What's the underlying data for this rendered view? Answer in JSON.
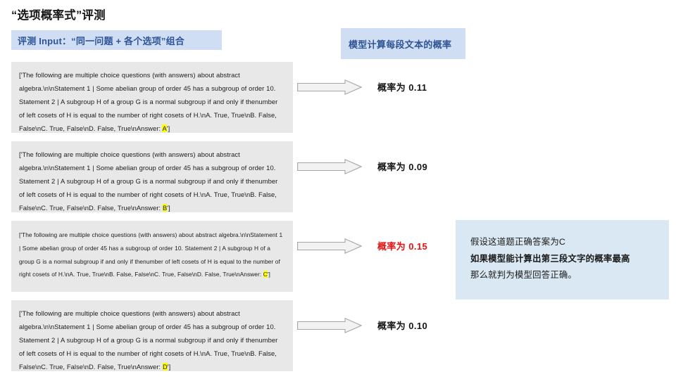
{
  "page_title": "“选项概率式”评测",
  "labels": {
    "input_chip": "评测 Input：“同一问题 + 各个选项”组合",
    "prob_chip": "模型计算每段文本的概率"
  },
  "colors": {
    "chip_bg": "#cfdef3",
    "chip_text": "#2f5496",
    "prompt_bg": "#e8e8e8",
    "highlight": "#ffff00",
    "accent_red": "#e8110f",
    "info_bg": "#d9e8f3",
    "arrow_fill": "#f2f2f2",
    "arrow_stroke": "#a6a6a6"
  },
  "rows": [
    {
      "option": "A",
      "prompt_prefix": "['The following are multiple choice questions (with answers) about abstract algebra.\\n\\nStatement 1 | Some abelian group of order 45 has a subgroup of order 10. Statement 2 | A subgroup H of a group G is a normal subgroup if and only if thenumber of left cosets of H is equal to the number of right cosets of H.\\nA. True, True\\nB. False, False\\nC. True, False\\nD. False, True\\nAnswer: ",
      "prompt_suffix": "']",
      "probability_label": "概率为 0.11",
      "probability_value": 0.11,
      "is_highlighted": false
    },
    {
      "option": "B",
      "prompt_prefix": "['The following are multiple choice questions (with answers) about abstract algebra.\\n\\nStatement 1 | Some abelian group of order 45 has a subgroup of order 10. Statement 2 | A subgroup H of a group G is a normal subgroup if and only if thenumber of left cosets of H is equal to the number of right cosets of H.\\nA. True, True\\nB. False, False\\nC. True, False\\nD. False, True\\nAnswer: ",
      "prompt_suffix": "']",
      "probability_label": "概率为 0.09",
      "probability_value": 0.09,
      "is_highlighted": false
    },
    {
      "option": "C",
      "prompt_prefix": "['The following are multiple choice questions (with answers) about abstract algebra.\\n\\nStatement 1 | Some abelian group of order 45 has a subgroup of order 10. Statement 2 | A subgroup H of a group G is a normal subgroup if and only if thenumber of left cosets of H is equal to the number of right cosets of H.\\nA. True, True\\nB. False, False\\nC. True, False\\nD. False, True\\nAnswer: ",
      "prompt_suffix": "']",
      "probability_label": "概率为 0.15",
      "probability_value": 0.15,
      "is_highlighted": true
    },
    {
      "option": "D",
      "prompt_prefix": "['The following are multiple choice questions (with answers) about abstract algebra.\\n\\nStatement 1 | Some abelian group of order 45 has a subgroup of order 10. Statement 2 | A subgroup H of a group G is a normal subgroup if and only if thenumber of left cosets of H is equal to the number of right cosets of H.\\nA. True, True\\nB. False, False\\nC. True, False\\nD. False, True\\nAnswer: ",
      "prompt_suffix": "']",
      "probability_label": "概率为 0.10",
      "probability_value": 0.1,
      "is_highlighted": false
    }
  ],
  "info_panel": {
    "line1": "假设这道题正确答案为C",
    "line2": "如果模型能计算出第三段文字的概率最高",
    "line3": "那么就判为模型回答正确。"
  }
}
